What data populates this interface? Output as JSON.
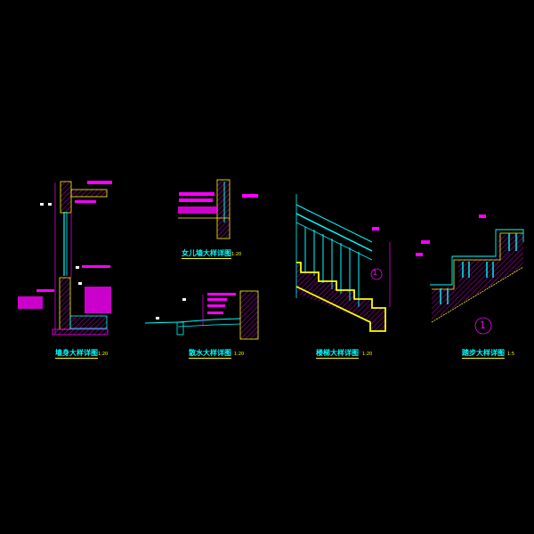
{
  "drawings": [
    {
      "title": "墙身大样详图",
      "scale": "1:20"
    },
    {
      "title": "女儿墙大样详图",
      "scale": "1:20"
    },
    {
      "title": "散水大样详图",
      "scale": "1:20"
    },
    {
      "title": "楼梯大样详图",
      "scale": "1:20"
    },
    {
      "title": "踏步大样详图",
      "scale": "1:5"
    }
  ],
  "markers": {
    "detail_ref": "1"
  },
  "colors": {
    "background": "#000000",
    "cyan": "#00ffff",
    "magenta": "#ff00ff",
    "yellow": "#ffff00",
    "white": "#ffffff"
  }
}
